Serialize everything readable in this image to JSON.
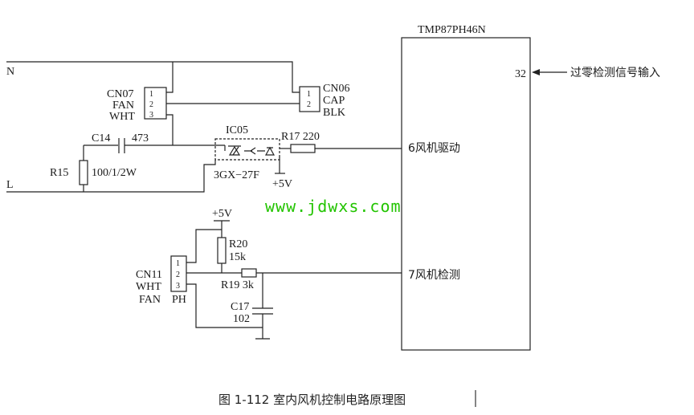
{
  "mcu": {
    "name": "TMP87PH46N",
    "pin_32": "32",
    "pin_6": "6风机驱动",
    "pin_7": "7风机检测"
  },
  "signal": {
    "zero_cross": "过零检测信号输入"
  },
  "lines": {
    "n": "N",
    "l": "L"
  },
  "cn07": {
    "ref": "CN07",
    "func": "FAN",
    "color": "WHT",
    "pins": [
      "1",
      "2",
      "3"
    ]
  },
  "cn06": {
    "ref": "CN06",
    "func": "CAP",
    "color": "BLK",
    "pins": [
      "1",
      "2"
    ]
  },
  "cn11": {
    "ref": "CN11",
    "color": "WHT",
    "func": "FAN",
    "type": "PH",
    "pins": [
      "1",
      "2",
      "3"
    ]
  },
  "c14": {
    "ref": "C14",
    "value": "473"
  },
  "r15": {
    "ref": "R15",
    "value": "100/1/2W"
  },
  "ic05": {
    "ref": "IC05",
    "part": "3GX−27F"
  },
  "r17": {
    "label": "R17 220"
  },
  "r20": {
    "ref": "R20",
    "value": "15k"
  },
  "r19": {
    "label": "R19 3k"
  },
  "c17": {
    "ref": "C17",
    "value": "102"
  },
  "power": {
    "plus5v_top": "+5V",
    "plus5v_ic": "+5V"
  },
  "watermark": "www.jdwxs.com",
  "caption": "图 1-112    室内风机控制电路原理图"
}
